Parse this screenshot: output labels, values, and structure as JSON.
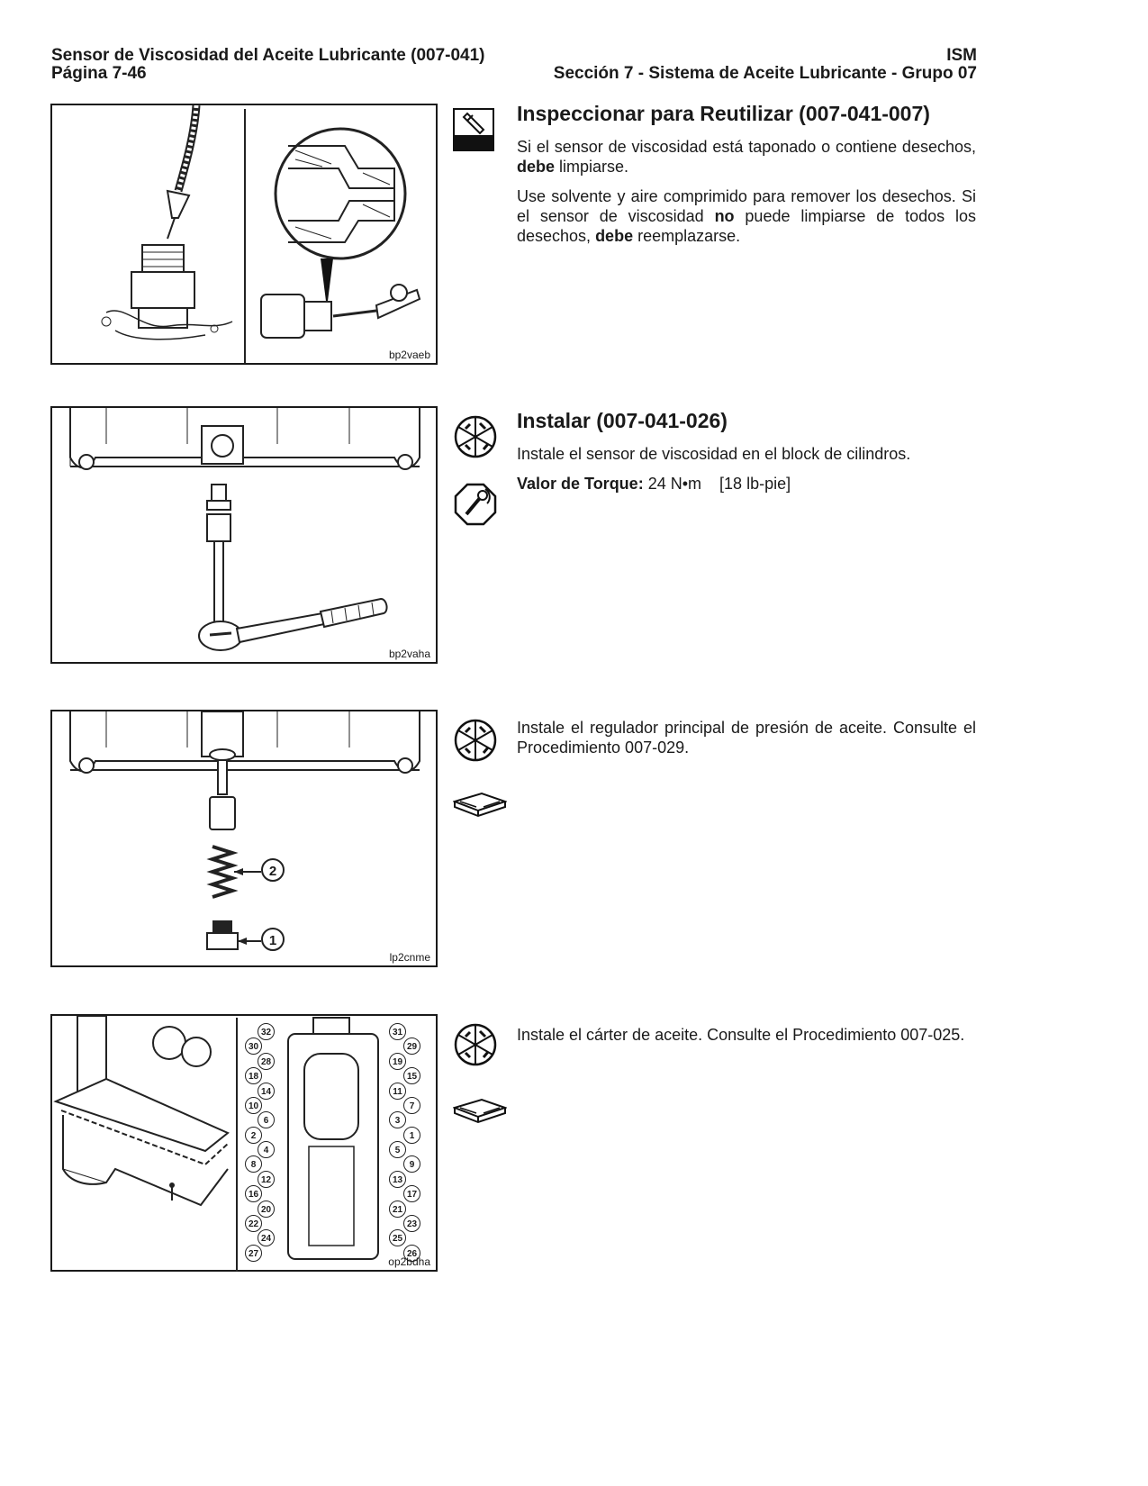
{
  "header": {
    "left_title": "Sensor de Viscosidad del Aceite Lubricante (007-041)",
    "left_page": "Página 7-46",
    "right_title": "ISM",
    "right_section": "Sección 7 - Sistema de Aceite Lubricante - Grupo 07"
  },
  "figures": [
    {
      "label": "bp2vaeb"
    },
    {
      "label": "bp2vaha"
    },
    {
      "label": "lp2cnme",
      "callouts": [
        "2",
        "1"
      ]
    },
    {
      "label": "op2bdha"
    }
  ],
  "sections": {
    "inspect": {
      "title": "Inspeccionar para Reutilizar (007-041-007)",
      "p1_a": "Si el sensor de viscosidad está taponado o contiene de­sechos, ",
      "p1_bold": "debe",
      "p1_b": " limpiarse.",
      "p2_a": "Use solvente y aire comprimido para remover los dese­chos. Si el sensor de viscosidad ",
      "p2_bold1": "no",
      "p2_b": " puede limpiarse de todos los desechos, ",
      "p2_bold2": "debe",
      "p2_c": " reemplazarse."
    },
    "install": {
      "title": "Instalar (007-041-026)",
      "p1": "Instale el sensor de viscosidad en el block de cilindros.",
      "torque_label": "Valor de Torque:",
      "torque_metric": "24 N•m",
      "torque_imperial": "[18  lb-pie]"
    },
    "regulator": {
      "p1": "Instale el regulador principal de presión de aceite. Con­sulte el Procedimiento 007-029."
    },
    "pan": {
      "p1": "Instale el cárter de aceite. Consulte el Procedimiento 007-025."
    }
  },
  "pan_callouts_left": [
    "32",
    "30",
    "28",
    "18",
    "14",
    "10",
    "6",
    "2",
    "4",
    "8",
    "12",
    "16",
    "20",
    "22",
    "24",
    "27"
  ],
  "pan_callouts_right": [
    "31",
    "29",
    "19",
    "15",
    "11",
    "7",
    "3",
    "1",
    "5",
    "9",
    "13",
    "17",
    "21",
    "23",
    "25",
    "26"
  ],
  "icons": [
    "inspect-icon",
    "install-icon",
    "torque-wrench-icon",
    "reference-book-icon"
  ]
}
